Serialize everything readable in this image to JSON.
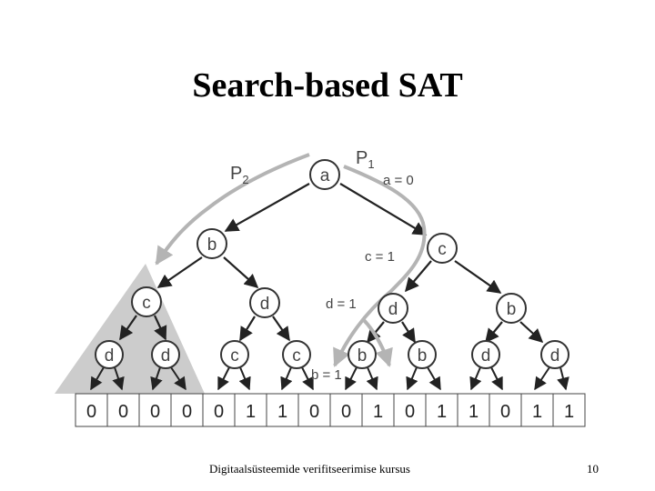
{
  "slide": {
    "title": "Search-based SAT",
    "footer_course": "Digitaalsüsteemide verifitseerimise kursus",
    "page_number": "10"
  },
  "diagram": {
    "node_labels": {
      "root": "a",
      "level1": [
        "b",
        "c"
      ],
      "level2": [
        "c",
        "d",
        "d",
        "b"
      ],
      "level3": [
        "d",
        "d",
        "c",
        "c",
        "b",
        "b",
        "d",
        "d"
      ]
    },
    "leaf_values": [
      "0",
      "0",
      "0",
      "0",
      "0",
      "1",
      "1",
      "0",
      "0",
      "1",
      "0",
      "1",
      "1",
      "0",
      "1",
      "1"
    ],
    "path_labels": {
      "p1": "P",
      "p1_subscript": "1",
      "p2": "P",
      "p2_subscript": "2"
    },
    "assignments": {
      "a": "a = 0",
      "c": "c = 1",
      "d": "d = 1",
      "b": "b = 1"
    },
    "colors": {
      "arrow": "#222222",
      "path": "#b4b4b4",
      "pruned": "#cccccc",
      "node_fill": "#ffffff",
      "node_stroke": "#333333",
      "label": "#444444"
    }
  }
}
